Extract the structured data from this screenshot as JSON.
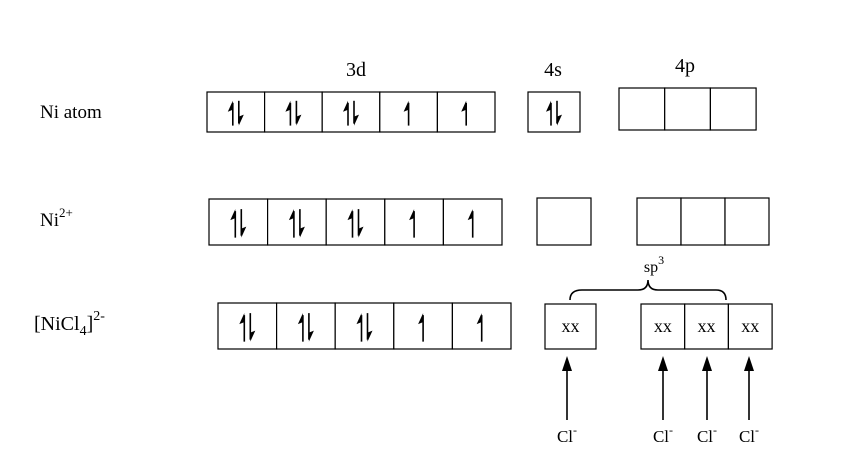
{
  "headers": {
    "d": "3d",
    "s": "4s",
    "p": "4p"
  },
  "rows": [
    {
      "label": "Ni atom",
      "label_sup": "",
      "d": [
        "updown",
        "updown",
        "updown",
        "up",
        "up"
      ],
      "s": [
        "updown"
      ],
      "p": [
        "empty",
        "empty",
        "empty"
      ]
    },
    {
      "label": "Ni",
      "label_sup": "2+",
      "d": [
        "updown",
        "updown",
        "updown",
        "up",
        "up"
      ],
      "s": [
        "empty"
      ],
      "p": [
        "empty",
        "empty",
        "empty"
      ]
    },
    {
      "label": "[NiCl",
      "label_sub": "4",
      "label_tail": "]",
      "label_sup": "2-",
      "d": [
        "updown",
        "updown",
        "updown",
        "up",
        "up"
      ],
      "s": [
        "xx"
      ],
      "p": [
        "xx",
        "xx",
        "xx"
      ]
    }
  ],
  "pair_text": "xx",
  "hybrid": {
    "base": "sp",
    "sup": "3"
  },
  "ligands": [
    {
      "base": "Cl",
      "sup": "-"
    },
    {
      "base": "Cl",
      "sup": "-"
    },
    {
      "base": "Cl",
      "sup": "-"
    },
    {
      "base": "Cl",
      "sup": "-"
    }
  ]
}
